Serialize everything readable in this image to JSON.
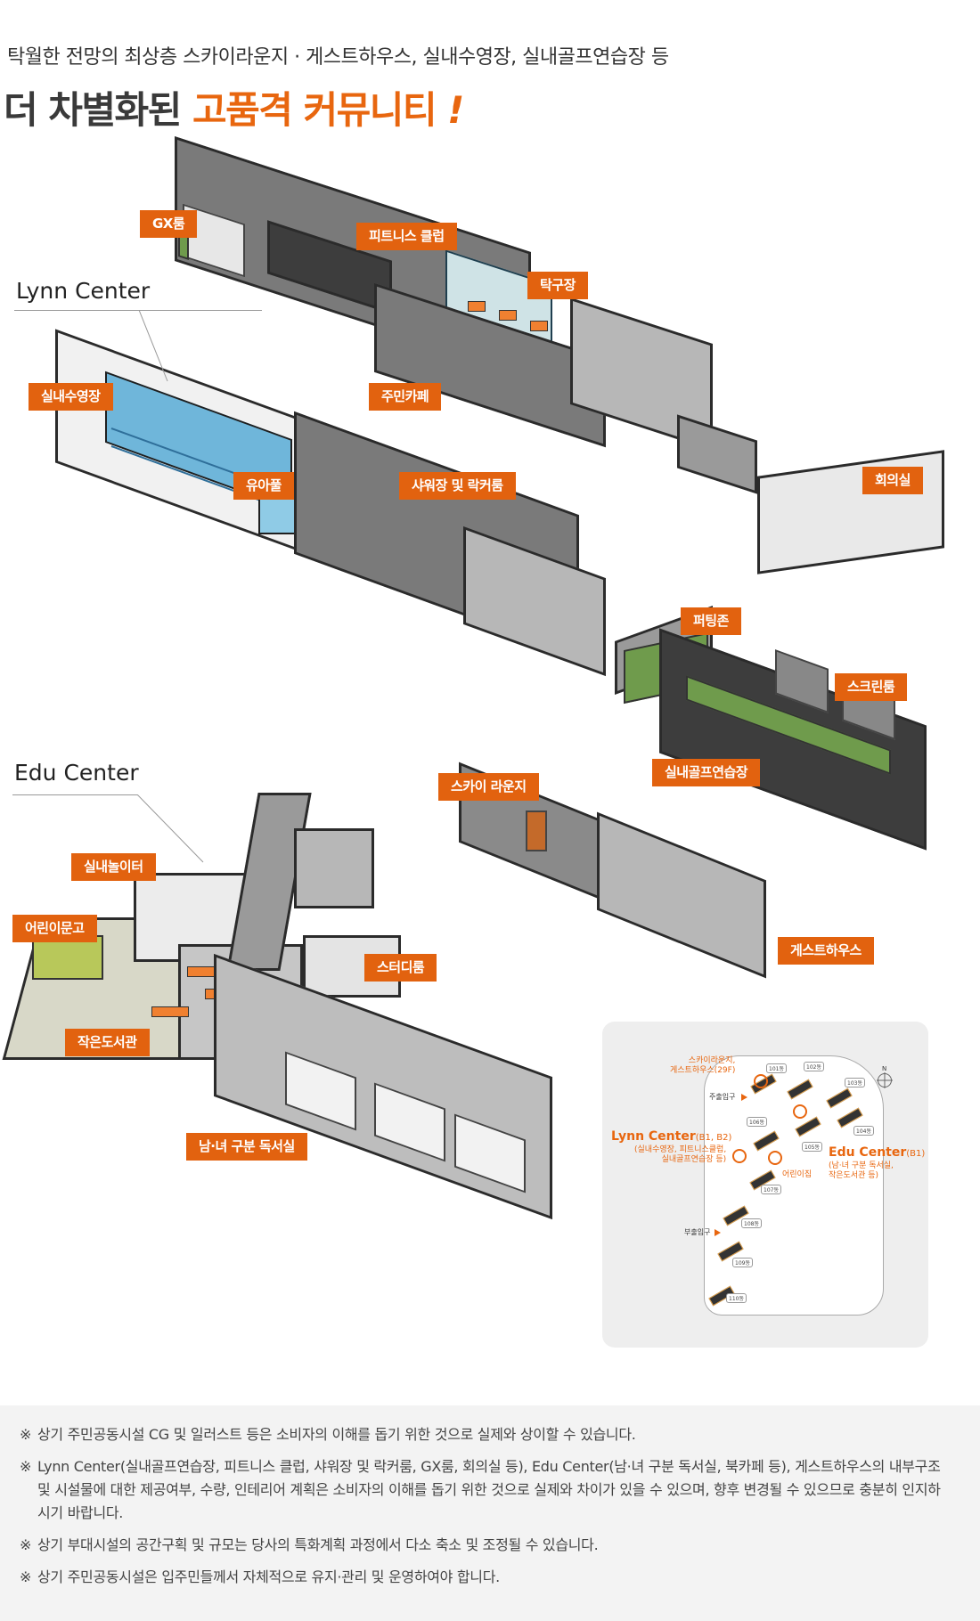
{
  "header": {
    "subtitle": "탁월한 전망의 최상층 스카이라운지 · 게스트하우스, 실내수영장, 실내골프연습장 등",
    "title_prefix": "더 차별화된 ",
    "title_highlight": "고품격 커뮤니티",
    "title_mark": " !"
  },
  "lynn_center": {
    "label": "Lynn Center",
    "badges": [
      "GX룸",
      "피트니스 클럽",
      "탁구장",
      "실내수영장",
      "주민카페",
      "유아풀",
      "샤워장 및 락커룸",
      "회의실",
      "퍼팅존",
      "스크린룸",
      "실내골프연습장"
    ]
  },
  "edu_center": {
    "label": "Edu Center",
    "badges": [
      "스카이 라운지",
      "실내놀이터",
      "어린이문고",
      "스터디룸",
      "게스트하우스",
      "작은도서관",
      "남·녀 구분 독서실"
    ]
  },
  "site_map": {
    "sky_label": "스카이라운지,\n게스트하우스(29F)",
    "main_gate": "주출입구",
    "sub_gate": "부출입구",
    "lynn_title": "Lynn Center",
    "lynn_floor": "(B1, B2)",
    "lynn_desc": "(실내수영장, 피트니스클럽,\n실내골프연습장 등)",
    "edu_title": "Edu Center",
    "edu_floor": "(B1)",
    "edu_desc": "(남·녀 구분 독서실,\n작은도서관 등)",
    "daycare": "어린이집",
    "north": "N",
    "buildings": [
      "101동",
      "102동",
      "103동",
      "104동",
      "105동",
      "106동",
      "107동",
      "108동",
      "109동",
      "110동"
    ]
  },
  "notes": [
    "상기 주민공동시설 CG 및 일러스트 등은 소비자의 이해를 돕기 위한 것으로 실제와 상이할 수 있습니다.",
    "Lynn Center(실내골프연습장, 피트니스 클럽, 샤워장 및 락커룸, GX룸, 회의실 등), Edu Center(남·녀 구분 독서실, 북카페 등), 게스트하우스의 내부구조 및 시설물에 대한 제공여부, 수량, 인테리어 계획은 소비자의 이해를 돕기 위한 것으로 실제와 차이가 있을 수 있으며, 향후 변경될 수 있으므로 충분히 인지하시기 바랍니다.",
    "상기 부대시설의 공간구획 및 규모는 당사의 특화계획 과정에서 다소 축소 및 조정될 수 있습니다.",
    "상기 주민공동시설은 입주민들께서 자체적으로 유지·관리 및 운영하여야 합니다."
  ],
  "note_mark": "※"
}
